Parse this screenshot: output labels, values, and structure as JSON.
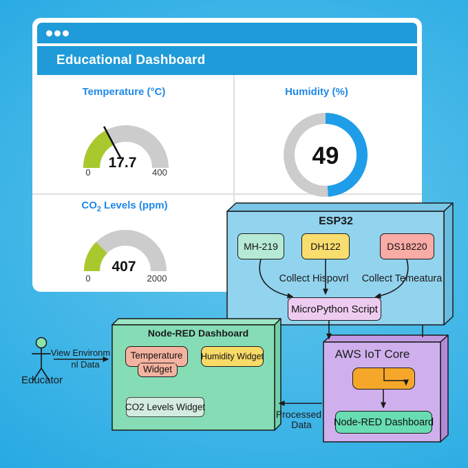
{
  "colors": {
    "bg-light": "#63c6ec",
    "bg-mid": "#38b2e6",
    "bg-deep": "#129fdd",
    "win-blue": "#1e9bd8",
    "accent-blue": "#1e88e8",
    "ink": "#1a1a1a",
    "gauge-green": "#a9c82d",
    "gauge-gray": "#cccccc",
    "donut-blue": "#1f9de8",
    "esp-front": "#92d3ee",
    "esp-top": "#79c6e6",
    "esp-right": "#69bcdf",
    "aws-front": "#cfb0ed",
    "aws-top": "#c09ae3",
    "aws-right": "#b38ad9",
    "grn-front": "#85dcb5",
    "grn-top": "#9ce4c3",
    "grn-right": "#72d0a8",
    "chip-mint": "#b6ead5",
    "chip-yellow": "#f9dd6e",
    "chip-salmon": "#f9aba6",
    "chip-lavender": "#eeccf1",
    "chip-orange": "#f5a72a",
    "chip-green": "#67ddb1",
    "widget-salmon": "#f4b3a0",
    "widget-yellow": "#f8da66",
    "widget-pale": "#d4ebe0",
    "actor-head": "#8ce3aa"
  },
  "window": {
    "title": "Educational Dashboard",
    "panels": {
      "temperature": {
        "title": "Temperature (°C)",
        "value": "17.7",
        "min": "0",
        "max": "400"
      },
      "humidity": {
        "title": "Humidity (%)",
        "value": "49"
      },
      "co2": {
        "title_pre": "CO",
        "title_sub": "2",
        "title_post": "Levels (ppm)",
        "value": "407",
        "min": "0",
        "max": "2000"
      }
    }
  },
  "esp32": {
    "title": "ESP32",
    "sensors": [
      {
        "label": "MH-219"
      },
      {
        "label": "DH122"
      },
      {
        "label": "DS18220"
      }
    ],
    "collect_left": "Collect Hispovrl",
    "collect_right": "Collect Temeatura",
    "script_label": "MicroPython Script"
  },
  "aws": {
    "title": "AWS IoT Core",
    "dashboard_label": "Node-RED Dashboard"
  },
  "nodered": {
    "title": "Node-RED Dashboard",
    "widgets": {
      "temperature_line1": "Temperature",
      "temperature_line2": "Widget",
      "humidity": "Humidity Widget",
      "co2": "CO2 Levels Widget"
    }
  },
  "actor": {
    "label": "Educator",
    "action_line1": "View Environm",
    "action_line2": "nl Data"
  },
  "flow": {
    "processed_line1": "Processed",
    "processed_line2": "Data"
  },
  "chart_data": [
    {
      "type": "gauge",
      "title": "Temperature (°C)",
      "value": 17.7,
      "min": 0,
      "max": 400,
      "unit": "°C",
      "fill_color": "#a9c82d",
      "track_color": "#cccccc",
      "needle": true
    },
    {
      "type": "donut",
      "title": "Humidity (%)",
      "value": 49,
      "min": 0,
      "max": 100,
      "unit": "%",
      "fill_color": "#1f9de8",
      "track_color": "#cccccc",
      "start": "top",
      "direction": "clockwise"
    },
    {
      "type": "gauge",
      "title": "CO2 Levels (ppm)",
      "value": 407,
      "min": 0,
      "max": 2000,
      "unit": "ppm",
      "fill_color": "#a9c82d",
      "track_color": "#cccccc",
      "needle": false
    }
  ]
}
